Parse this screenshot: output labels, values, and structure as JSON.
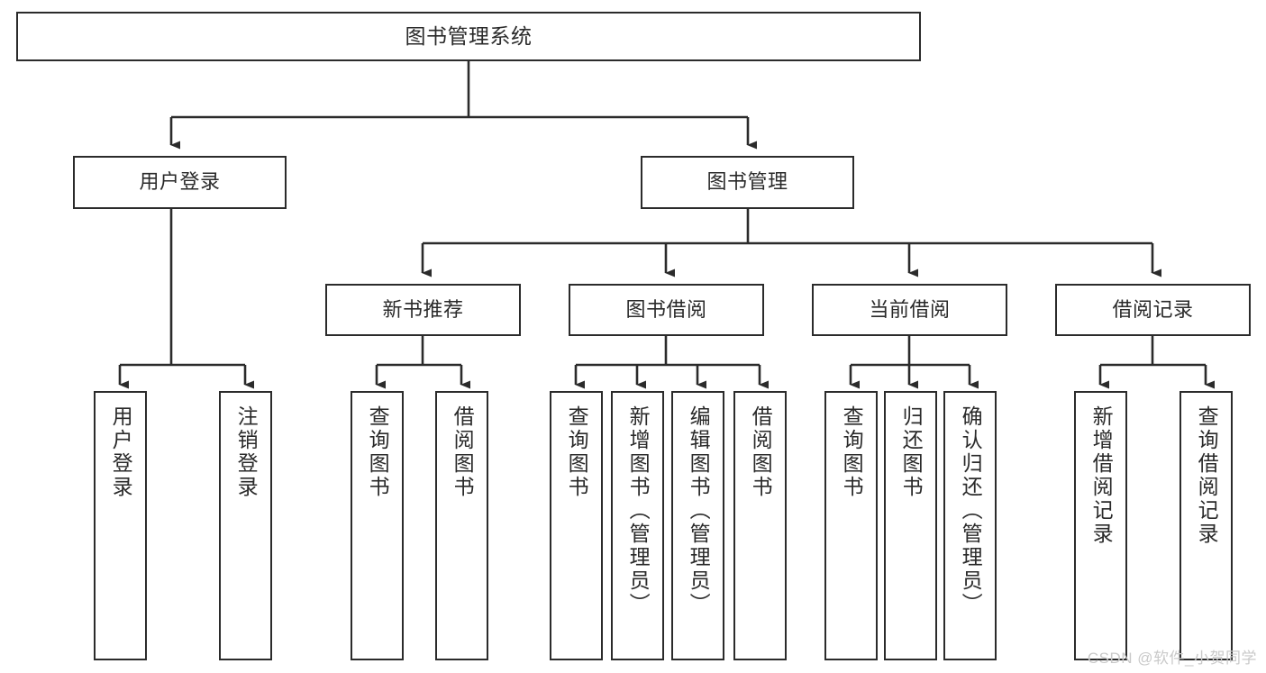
{
  "diagram": {
    "title": "图书管理系统",
    "type": "tree-hierarchy",
    "watermark": "CSDN @软件_小贺同学",
    "colors": {
      "box_border": "#2b2b2b",
      "box_fill": "#ffffff",
      "edge": "#2b2b2b",
      "text": "#2a2a2a",
      "watermark": "#c9c9c9",
      "background": "#ffffff"
    },
    "levels": {
      "root": {
        "label": "图书管理系统"
      },
      "level2": [
        {
          "label": "用户登录"
        },
        {
          "label": "图书管理"
        }
      ],
      "level3": [
        {
          "label": "新书推荐"
        },
        {
          "label": "图书借阅"
        },
        {
          "label": "当前借阅"
        },
        {
          "label": "借阅记录"
        }
      ],
      "leaves": [
        {
          "label": "用户登录",
          "parent": "用户登录"
        },
        {
          "label": "注销登录",
          "parent": "用户登录"
        },
        {
          "label": "查询图书",
          "parent": "新书推荐"
        },
        {
          "label": "借阅图书",
          "parent": "新书推荐"
        },
        {
          "label": "查询图书",
          "parent": "图书借阅"
        },
        {
          "label": "新增图书（管理员）",
          "parent": "图书借阅"
        },
        {
          "label": "编辑图书（管理员）",
          "parent": "图书借阅"
        },
        {
          "label": "借阅图书",
          "parent": "图书借阅"
        },
        {
          "label": "查询图书",
          "parent": "当前借阅"
        },
        {
          "label": "归还图书",
          "parent": "当前借阅"
        },
        {
          "label": "确认归还（管理员）",
          "parent": "当前借阅"
        },
        {
          "label": "新增借阅记录",
          "parent": "借阅记录"
        },
        {
          "label": "查询借阅记录",
          "parent": "借阅记录"
        }
      ]
    }
  }
}
